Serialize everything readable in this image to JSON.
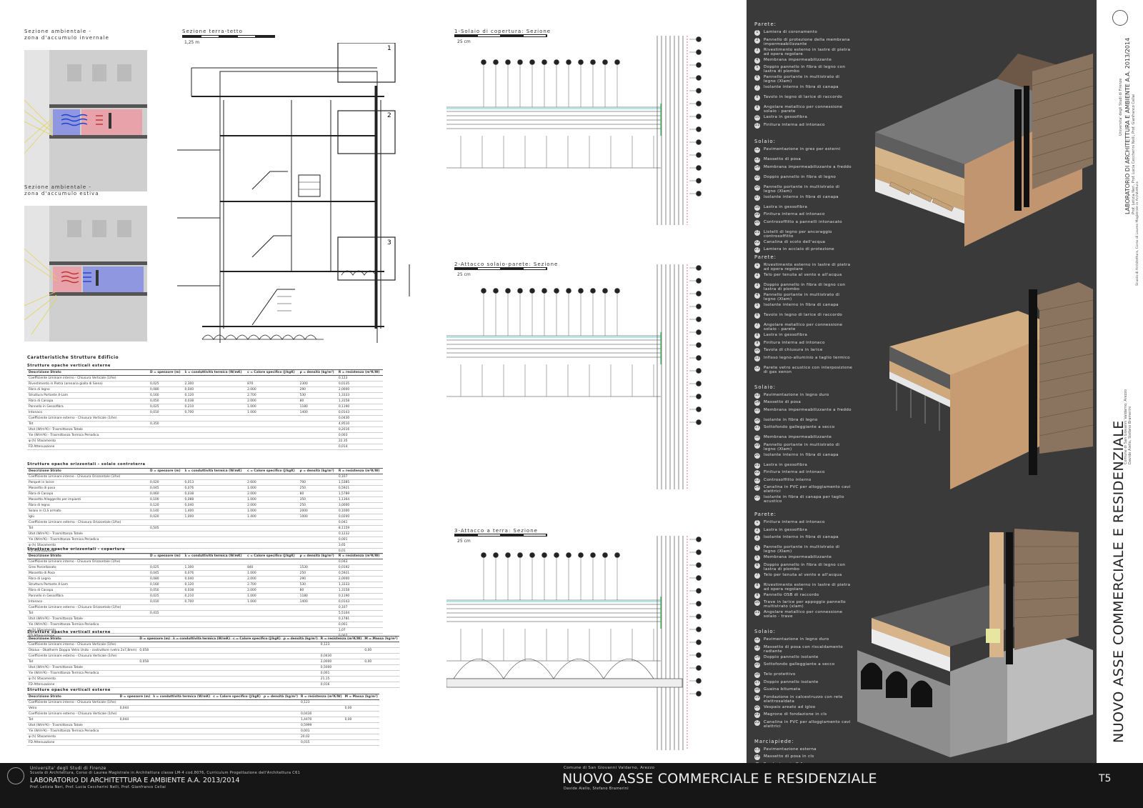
{
  "captions": {
    "winter": "Sezione ambientale -\nzona d'accumulo invernale",
    "summer": "Sezione ambientale -\nzona d'accumulo estiva",
    "section": "Sezione terra-tetto",
    "section_scale": "1,25 m",
    "detail1": "1-Solaio di copertura: Sezione",
    "detail2": "2-Attacco solaio-parete: Sezione",
    "detail3": "3-Attacco a terra: Sezione",
    "detail_scale": "25 cm"
  },
  "section_markers": [
    "1",
    "2",
    "3"
  ],
  "tables_title": "Caratteristiche Strutture Edificio",
  "tables": [
    {
      "title": "Strutture opache verticali esterne",
      "header": [
        "Descrizione Strato",
        "D = spessore (m)",
        "λ = conduttività termica (W/mK)",
        "c = Calore specifico (J/kgK)",
        "ρ = densità (kg/m³)",
        "R = resistenza (m²K/W)"
      ],
      "rows": [
        [
          "Coefficiente Liminare interno - Chiusura Verticale (1/he)",
          "",
          "",
          "",
          "",
          "0,123"
        ],
        [
          "Rivestimento in Pietra (arenaria gialla di Siena)",
          "0,025",
          "2,300",
          "870",
          "2300",
          "0,0135"
        ],
        [
          "Fibra di legno",
          "0,080",
          "0,040",
          "2.000",
          "290",
          "2,0000"
        ],
        [
          "Struttura Portante  X-Lam",
          "0,160",
          "0,120",
          "2.700",
          "530",
          "1,3333"
        ],
        [
          "Fibra di Canapa",
          "0,050",
          "0,038",
          "2.000",
          "80",
          "1,3158"
        ],
        [
          "Pannello in Gessofibra",
          "0,025",
          "0,210",
          "1.000",
          "1180",
          "0,1190"
        ],
        [
          "Intonaco",
          "0,010",
          "0,700",
          "1.000",
          "1400",
          "0,0143"
        ],
        [
          "Coefficiente Liminare esterno - Chiusura Verticale (1/he)",
          "",
          "",
          "",
          "",
          "0,0430"
        ],
        [
          "Tot",
          "0,350",
          "",
          "",
          "",
          "4,9510"
        ],
        [
          "Utot (W/m²K) - Trasmittanza Totale",
          "",
          "",
          "",
          "",
          "0,2016"
        ],
        [
          "Yie (W/m²K) - Trasmittanza Termica Periodica",
          "",
          "",
          "",
          "",
          "0,003"
        ],
        [
          "φ (h) Sfasamento",
          "",
          "",
          "",
          "",
          "22,35"
        ],
        [
          "FD Attenuazione",
          "",
          "",
          "",
          "",
          "0,014"
        ]
      ]
    },
    {
      "title": "Strutture opache orizzontali - solaio controterra",
      "header": [
        "Descrizione Strato",
        "D = spessore (m)",
        "λ = conduttività termica (W/mK)",
        "c = Calore specifico (J/kgK)",
        "ρ = densità (kg/m³)",
        "R = resistenza (m²K/W)"
      ],
      "rows": [
        [
          "Coefficiente Liminare interno - Chiusura Orizzontale (1/he)",
          "",
          "",
          "",
          "",
          "0,107"
        ],
        [
          "Parquet in larice",
          "0,020",
          "0,013",
          "2.600",
          "700",
          "1,5385"
        ],
        [
          "Massetto di posa",
          "0,045",
          "0,076",
          "1.000",
          "250",
          "0,5921"
        ],
        [
          "Fibra di Canapa",
          "0,060",
          "0,038",
          "2.000",
          "80",
          "1,5789"
        ],
        [
          "Massetto Alleggerito per impianti",
          "0,100",
          "0,088",
          "1.000",
          "350",
          "1,1364"
        ],
        [
          "Fibra di legno",
          "0,120",
          "0,040",
          "2.000",
          "250",
          "3,0000"
        ],
        [
          "Solaio in CLS armato",
          "0,140",
          "1,400",
          "1.000",
          "2000",
          "0,1000"
        ],
        [
          "Iglù",
          "0,020",
          "1,000",
          "1.400",
          "1000",
          "0,0200"
        ],
        [
          "Coefficiente Liminare esterno - Chiusura Orizzontale (1/he)",
          "",
          "",
          "",
          "",
          "0,041"
        ],
        [
          "Tot",
          "0,505",
          "",
          "",
          "",
          "8,1159"
        ],
        [
          "Utot (W/m²K) - Trasmittanza Totale",
          "",
          "",
          "",
          "",
          "0,1232"
        ],
        [
          "Yie (W/m²K) - Trasmittanza Termica Periodica",
          "",
          "",
          "",
          "",
          "0,001"
        ],
        [
          "φ (h) Sfasamento",
          "",
          "",
          "",
          "",
          "3,65"
        ],
        [
          "FD Attenuazione",
          "",
          "",
          "",
          "",
          "0,01"
        ]
      ]
    },
    {
      "title": "Strutture opache orizzontali - copertura",
      "header": [
        "Descrizione Strato",
        "D = spessore (m)",
        "λ = conduttività termica (W/mK)",
        "c = Calore specifico (J/kgK)",
        "ρ = densità (kg/m³)",
        "R = resistenza (m²K/W)"
      ],
      "rows": [
        [
          "Coefficiente Liminare interno - Chiusura Orizzontale (1/he)",
          "",
          "",
          "",
          "",
          "0,043"
        ],
        [
          "Gres Porcellanato",
          "0,025",
          "1,300",
          "840",
          "1530",
          "0,0192"
        ],
        [
          "Massetto di Posa",
          "0,045",
          "0,076",
          "1.000",
          "250",
          "0,5921"
        ],
        [
          "Fibra di Legno",
          "0,080",
          "0,040",
          "2.000",
          "290",
          "2,0000"
        ],
        [
          "Struttura Portante  X-Lam",
          "0,160",
          "0,120",
          "2.700",
          "530",
          "1,3333"
        ],
        [
          "Fibra di Canapa",
          "0,050",
          "0,038",
          "2.000",
          "80",
          "1,3158"
        ],
        [
          "Pannello in Gessofibra",
          "0,025",
          "0,210",
          "1.000",
          "1180",
          "0,1190"
        ],
        [
          "Intonaco",
          "0,010",
          "0,700",
          "1.000",
          "1400",
          "0,0143"
        ],
        [
          "Coefficiente Liminare esterno - Chiusura Orizzontale (1/he)",
          "",
          "",
          "",
          "",
          "0,107"
        ],
        [
          "Tot",
          "0,415",
          "",
          "",
          "",
          "5,5104"
        ],
        [
          "Utot (W/m²K) - Trasmittanza Totale",
          "",
          "",
          "",
          "",
          "0,1781"
        ],
        [
          "Yie (W/m²K) - Trasmittanza Termica Periodica",
          "",
          "",
          "",
          "",
          "0,001"
        ],
        [
          "φ (h) Sfasamento",
          "",
          "",
          "",
          "",
          "1,07"
        ],
        [
          "FD Attenuazione",
          "",
          "",
          "",
          "",
          "0,007"
        ]
      ]
    },
    {
      "title": "Strutture opache verticali esterne",
      "header": [
        "Descrizione Strato",
        "D = spessore (m)",
        "λ = conduttività termica (W/mK)",
        "c = Calore specifico (J/kgK)",
        "ρ = densità (kg/m³)",
        "R = resistenza (m²K/W)",
        "M = Massa (kg/m²)"
      ],
      "rows": [
        [
          "Coefficiente Liminare interno - Chiusura Verticale (1/he)",
          "",
          "",
          "",
          "",
          "0,123",
          ""
        ],
        [
          "Okalux - Okatherm Doppio Vetro Unito - costruttore (vetro 2x7,8mm)",
          "0,058",
          "",
          "",
          "",
          "",
          "0,00"
        ],
        [
          "Coefficiente Liminare esterno - Chiusura Verticale (1/he)",
          "",
          "",
          "",
          "",
          "0,0430",
          ""
        ],
        [
          "Tot",
          "0,058",
          "",
          "",
          "",
          "2,0000",
          "0,00"
        ],
        [
          "Utot (W/m²K) - Trasmittanza Totale",
          "",
          "",
          "",
          "",
          "0,5000",
          ""
        ],
        [
          "Yie (W/m²K) - Trasmittanza Termica Periodica",
          "",
          "",
          "",
          "",
          "0,001",
          ""
        ],
        [
          "φ (h) Sfasamento",
          "",
          "",
          "",
          "",
          "21,15",
          ""
        ],
        [
          "FD Attenuazione",
          "",
          "",
          "",
          "",
          "0,016",
          ""
        ]
      ]
    },
    {
      "title": "Strutture opache verticali esterne",
      "header": [
        "Descrizione Strato",
        "D = spessore (m)",
        "λ = conduttività termica (W/mK)",
        "c = Calore specifico (J/kgK)",
        "ρ = densità (kg/m³)",
        "R = resistenza (m²K/W)",
        "M = Massa (kg/m²)"
      ],
      "rows": [
        [
          "Coefficiente Liminare interno - Chiusura Verticale (1/he)",
          "",
          "",
          "",
          "",
          "0,123",
          ""
        ],
        [
          "Vetro",
          "0,044",
          "",
          "",
          "",
          "",
          "0,00"
        ],
        [
          "Coefficiente Liminare esterno - Chiusura Verticale (1/he)",
          "",
          "",
          "",
          "",
          "0,0430",
          ""
        ],
        [
          "Tot",
          "0,044",
          "",
          "",
          "",
          "1,4470",
          "0,00"
        ],
        [
          "Utot (W/m²K) - Trasmittanza Totale",
          "",
          "",
          "",
          "",
          "0,5999",
          ""
        ],
        [
          "Yie (W/m²K) - Trasmittanza Termica Periodica",
          "",
          "",
          "",
          "",
          "0,001",
          ""
        ],
        [
          "φ (h) Sfasamento",
          "",
          "",
          "",
          "",
          "20,02",
          ""
        ],
        [
          "FD Attenuazione",
          "",
          "",
          "",
          "",
          "0,015",
          ""
        ]
      ]
    }
  ],
  "legend": [
    {
      "groups": [
        {
          "title": "Parete:",
          "items": [
            "Lamiera di coronamento",
            "Pannello di protezione della membrana impermeabilizzante",
            "Rivestimento esterno in lastre di pietra ad opera regolare",
            "Membrana impermeabilizzante",
            "Doppio pannello in fibra di legno con lastra di piombo",
            "Pannello portante in multistrato di legno (Xlam)",
            "Isolante interno in fibra di canapa",
            "Tavolo in legno di larice di raccordo",
            "Angolare metallico per connessione solaio - parete",
            "Lastra in gessofibra",
            "Finitura interna ad intonaco"
          ]
        },
        {
          "title": "Solaio:",
          "items": [
            "Pavimentazione in gres per esterni",
            "Massetto di posa",
            "Membrana impermeabilizzante a freddo",
            "Doppio pannello in fibra di legno",
            "Pannello portante in multistrato di legno (Xlam)",
            "Isolante interno in fibra di canapa",
            "Lastra in gessofibra",
            "Finitura interna ad intonaco",
            "Controsoffitto a pannelli intonacato",
            "Listelli di legno per ancoraggio controsoffitto",
            "Canalina di scolo dell'acqua",
            "Lamiera in acciaio di protezione"
          ]
        }
      ]
    },
    {
      "groups": [
        {
          "title": "Parete:",
          "items": [
            "Rivestimento esterno in lastre di pietra ad opera regolare",
            "Telo per tenuta al vento e all'acqua",
            "Doppio pannello in fibra di legno con lastra di piombo",
            "Pannello portante in multistrato di legno (Xlam)",
            "Isolante interno in fibra di canapa",
            "Tavolo in legno di larice di raccordo",
            "Angolare metallico per connessione solaio - parete",
            "Lastra in gessofibra",
            "Finitura interna ad intonaco",
            "Tavola di chiusura in larice",
            "Infisso legno-alluminio a taglio termico",
            "Parete vetro acustico con interposizione di gas xenon"
          ]
        },
        {
          "title": "Solaio:",
          "items": [
            "Pavimentazione in legno duro",
            "Massetto di posa",
            "Membrana impermeabilizzante a freddo",
            "Isolante in fibra di legno",
            "Sottofondo galleggiante a secco",
            "Membrana impermeabilizzante",
            "Pannello portante in multistrato di legno (Xlam)",
            "Isolante interno in fibra di canapa",
            "Lastra in gessofibra",
            "Finitura interna ad intonaco",
            "Controsoffitto interno",
            "Canalina in PVC per alloggiamento cavi elettrici",
            "Isolante in fibra di canapa per taglio acustico"
          ]
        }
      ]
    },
    {
      "groups": [
        {
          "title": "Parete:",
          "items": [
            "Finitura interna ad intonaco",
            "Lastra in gessofibra",
            "Isolante interno in fibra di canapa",
            "Pannello portante in multistrato di legno (Xlam)",
            "Membrana impermeabilizzante",
            "Doppio pannello in fibra di legno con lastra di piombo",
            "Telo per tenuta al vento e all'acqua",
            "Rivestimento esterno in lastre di pietra ad opera regolare",
            "Pannello OSB di raccordo",
            "Trave in larice per appoggio pannello multistrato (xlam)",
            "Angolare metallico per connessione solaio - trave"
          ]
        },
        {
          "title": "Solaio:",
          "items": [
            "Pavimentazione in legno duro",
            "Massetto di posa con riscaldamento radiante",
            "Doppio pannello isolante",
            "Sottofondo galleggiante a secco",
            "Telo protettivo",
            "Doppio pannello isolante",
            "Guaina bitumata",
            "Fondazione in calcestruzzo con rete elettrosaldata",
            "Vespaio areato ad igloo",
            "Magrone di fondazione in cls",
            "Canalina in PVC per alloggiamento cavi elettrici"
          ]
        },
        {
          "title": "Marciapiede:",
          "items": [
            "Pavimentazione esterna",
            "Massetto di posa in cls",
            "Fondazione in C.A."
          ]
        }
      ]
    }
  ],
  "vertical": {
    "title": "NUOVO ASSE COMMERCIALE E RESIDENZIALE",
    "authors": "Davide Aiello, Stefano Bramerini",
    "municipality": "Comune di San Giovanni Valdarno, Arezzo",
    "lab": "LABORATORIO DI ARCHITETTURA E AMBIENTE  A.A. 2013/2014",
    "profs": "Prof. Letizia Neri, Prof. Lucia Ceccherini Nelli, Prof. Gianfranco Cellai",
    "university": "Universita' degli Studi di Firenze",
    "school": "Scuola di Architettura, Corso di Laurea Magistrale in Architettura"
  },
  "footer": {
    "university": "Universita' degli Studi di Firenze",
    "school": "Scuola di Architettura, Corso di Laurea Magistrale in Architettura classe LM-4 cod.8076, Curriculum Progettazione dell'Architettura C61",
    "lab": "LABORATORIO DI ARCHITETTURA E AMBIENTE  A.A. 2013/2014",
    "profs": "Prof. Letizia Neri, Prof. Lucia Ceccherini Nelli, Prof. Gianfranco Cellai",
    "municipality": "Comune di San Giovanni Valdarno, Arezzo",
    "title": "NUOVO ASSE COMMERCIALE E RESIDENZIALE",
    "authors": "Davide Aiello, Stefano Bramerini",
    "sheet": "T5"
  },
  "colors": {
    "dark_panel": "#3a3a3a",
    "footer": "#161616",
    "warm_zone": "#e8a3aa",
    "cool_zone": "#8f97e0"
  }
}
